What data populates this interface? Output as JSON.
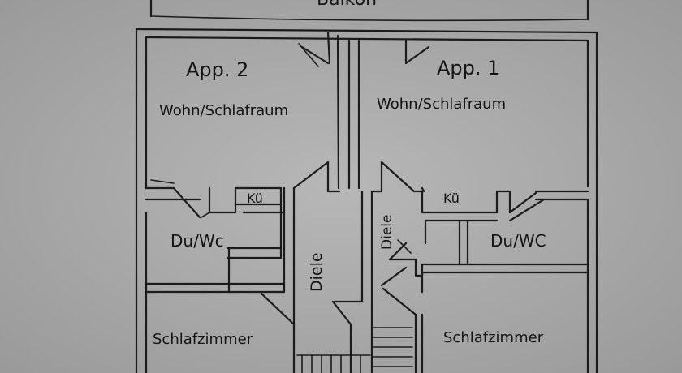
{
  "diagram": {
    "balcony_label": "Balkon",
    "rooms": {
      "app2_name": "App. 2",
      "app2_living": "Wohn/Schlafraum",
      "app1_name": "App. 1",
      "app1_living": "Wohn/Schlafraum",
      "kitchen_left": "Kü",
      "kitchen_right": "Kü",
      "bath_left": "Du/Wc",
      "bath_right": "Du/WC",
      "hall_left": "Diele",
      "hall_right": "Diele",
      "bedroom_left": "Schlafzimmer",
      "bedroom_right": "Schlafzimmer"
    }
  }
}
